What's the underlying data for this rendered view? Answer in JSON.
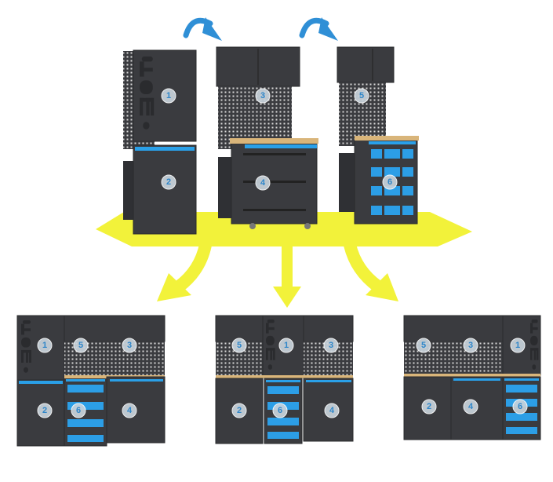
{
  "colors": {
    "accent_blue": "#2aa0e8",
    "floor_yellow": "#f2f23a",
    "cabinet": "#3a3b3f",
    "badge": "#c9d3dc"
  },
  "brand_mark": "fami",
  "modules": {
    "m1": "1",
    "m2": "2",
    "m3": "3",
    "m4": "4",
    "m5": "5",
    "m6": "6"
  },
  "icons": [
    "rotate-arrow-icon",
    "rotate-arrow-icon",
    "down-arrow-icon",
    "down-arrow-icon",
    "down-arrow-icon"
  ]
}
